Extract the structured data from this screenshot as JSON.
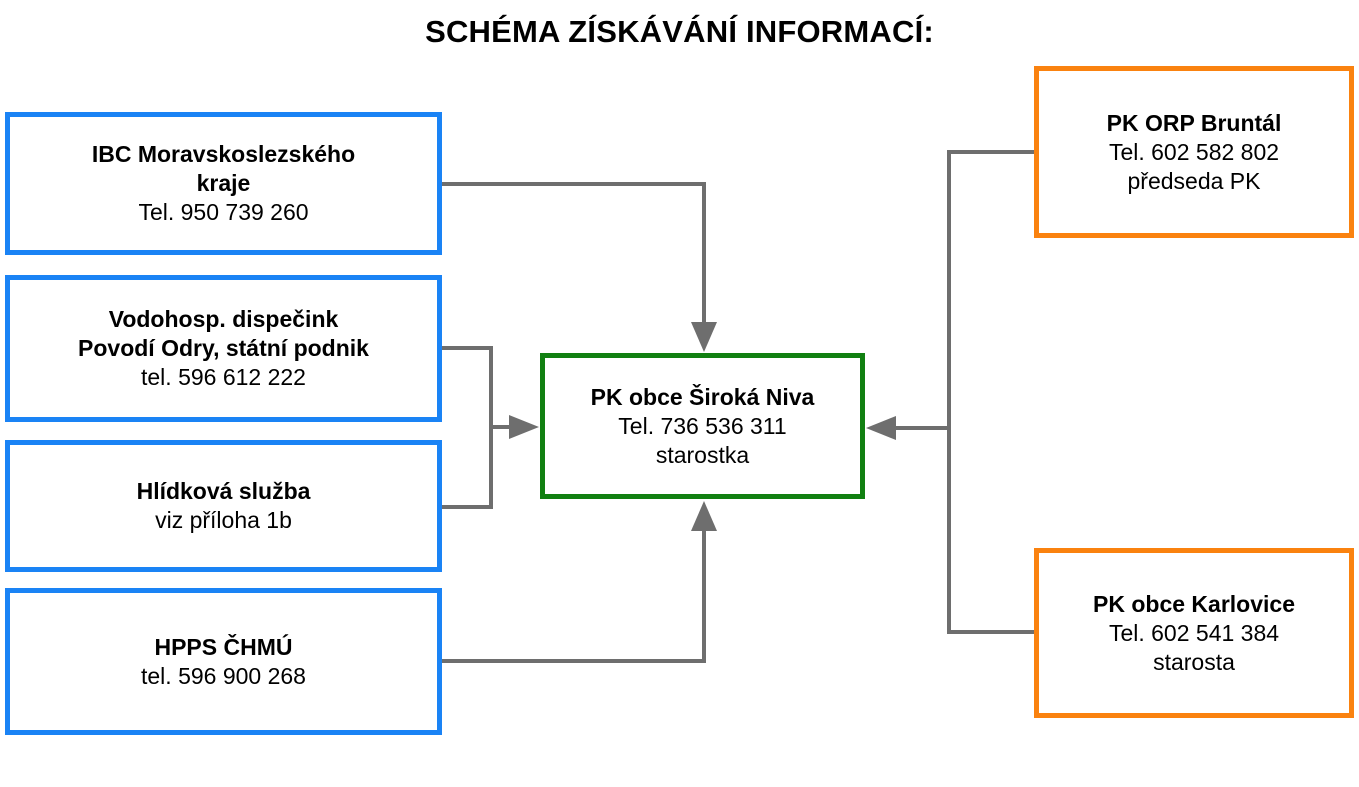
{
  "title": "SCHÉMA ZÍSKÁVÁNÍ INFORMACÍ:",
  "colors": {
    "source_border": "#1a83f5",
    "center_border": "#118011",
    "regional_border": "#fa820f",
    "connector": "#6e6e6e"
  },
  "nodes": {
    "ibc": {
      "name": "IBC Moravskoslezského\nkraje",
      "line1": "Tel. 950 739 260",
      "line2": ""
    },
    "vodohosp": {
      "name": "Vodohosp. dispečink\nPovodí Odry, státní podnik",
      "line1": "tel. 596 612 222",
      "line2": ""
    },
    "hlidkova": {
      "name": "Hlídková služba",
      "line1": "viz příloha 1b",
      "line2": ""
    },
    "hpps": {
      "name": "HPPS ČHMÚ",
      "line1": "tel. 596 900 268",
      "line2": ""
    },
    "center": {
      "name": "PK obce Široká Niva",
      "line1": "Tel. 736 536 311",
      "line2": "starostka"
    },
    "orp": {
      "name": "PK ORP Bruntál",
      "line1": "Tel.  602 582 802",
      "line2": "předseda PK"
    },
    "karlovice": {
      "name": "PK obce Karlovice",
      "line1": "Tel. 602 541 384",
      "line2": "starosta"
    }
  }
}
